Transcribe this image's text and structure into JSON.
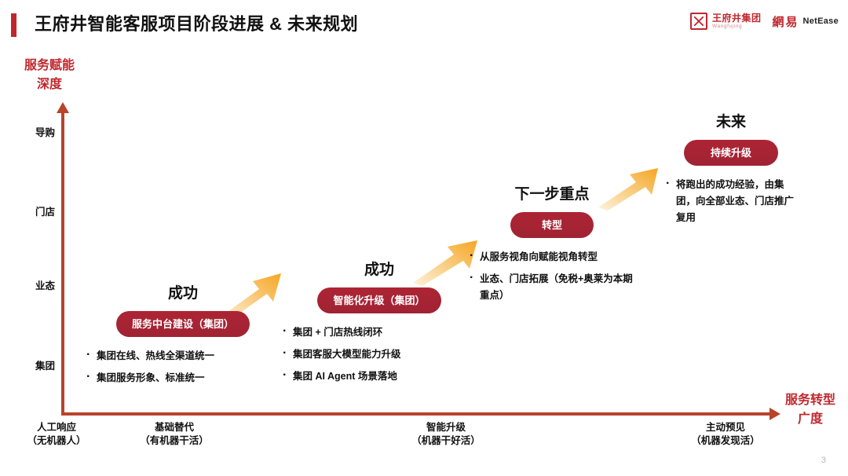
{
  "header": {
    "title": "王府井智能客服项目阶段进展 & 未来规划",
    "accent_color": "#c0272d",
    "logos": {
      "wangfujing": {
        "icon": "wangfujing-mark-icon",
        "cn": "王府井集团",
        "en": "Wangfujing"
      },
      "netease": {
        "cn": "網易",
        "en": "NetEase"
      }
    }
  },
  "axes": {
    "y_title": "服务赋能\n深度",
    "y_title_line1": "服务赋能",
    "y_title_line2": "深度",
    "x_title_line1": "服务转型",
    "x_title_line2": "广度",
    "axis_color": "#b8442a",
    "y_ticks": [
      "导购",
      "门店",
      "业态",
      "集团"
    ],
    "x_ticks": [
      {
        "label": "人工响应",
        "sub": "（无机器人）"
      },
      {
        "label": "基础替代",
        "sub": "（有机器干活）"
      },
      {
        "label": "智能升级",
        "sub": "（机器干好活）"
      },
      {
        "label": "主动预见",
        "sub": "（机器发现活）"
      }
    ]
  },
  "stages": [
    {
      "heading": "成功",
      "pill": "服务中台建设（集团）",
      "bullets": [
        "集团在线、热线全渠道统一",
        "集团服务形象、标准统一"
      ]
    },
    {
      "heading": "成功",
      "pill": "智能化升级（集团）",
      "bullets": [
        "集团 + 门店热线闭环",
        "集团客服大模型能力升级",
        "集团 AI Agent 场景落地"
      ]
    },
    {
      "heading": "下一步重点",
      "pill": "转型",
      "bullets": [
        "从服务视角向赋能视角转型",
        "业态、门店拓展（免税+奥莱为本期重点）"
      ]
    },
    {
      "heading": "未来",
      "pill": "持续升级",
      "bullets": [
        "将跑出的成功经验，由集团，向全部业态、门店推广复用"
      ]
    }
  ],
  "arrows": {
    "count": 4,
    "color_start": "#fdf0d8",
    "color_end": "#f5a623",
    "direction": "up-right"
  },
  "footer": {
    "page_number": "3"
  },
  "colors": {
    "brand_red": "#c0272d",
    "pill_red": "#a52638",
    "axis": "#b8442a",
    "arrow": "#f5a623"
  }
}
